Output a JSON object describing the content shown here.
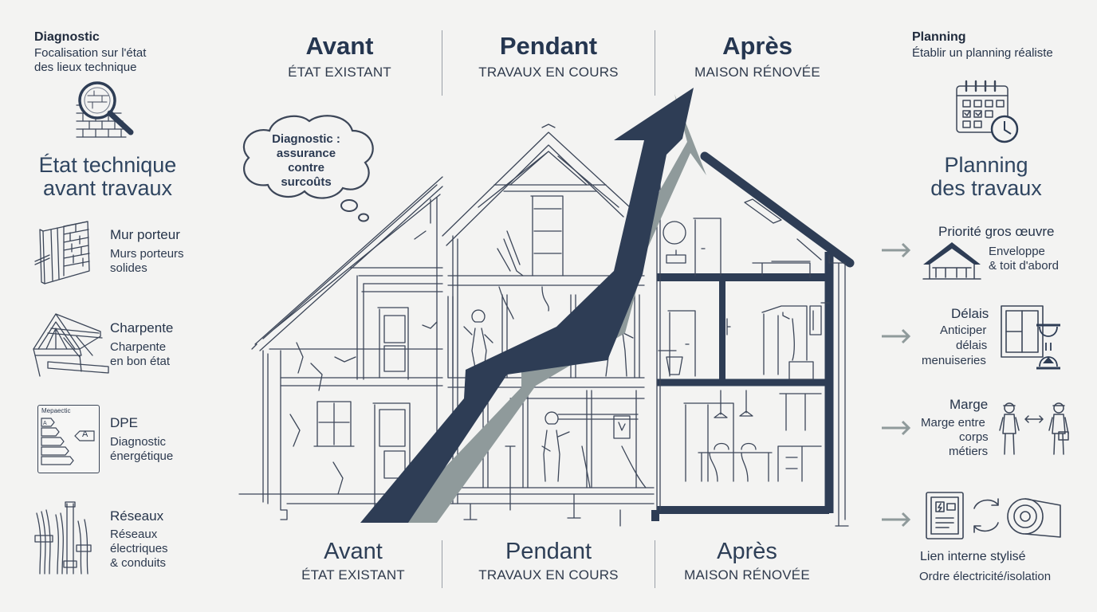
{
  "left": {
    "diagnostic_title": "Diagnostic",
    "diagnostic_desc": [
      "Focalisation sur l'état",
      "des lieux technique"
    ],
    "section_title": [
      "État technique",
      "avant travaux"
    ],
    "items": [
      {
        "title": "Mur porteur",
        "text": [
          "Murs porteurs",
          "solides"
        ],
        "icon": "load-bearing-wall-icon"
      },
      {
        "title": "Charpente",
        "text": [
          "Charpente",
          "en bon état"
        ],
        "icon": "roof-truss-icon"
      },
      {
        "title": "DPE",
        "text": [
          "Diagnostic",
          "énergétique"
        ],
        "icon": "energy-label-icon",
        "label_text": "Mepaectic",
        "grade": "A"
      },
      {
        "title": "Réseaux",
        "text": [
          "Réseaux",
          "électriques",
          "& conduits"
        ],
        "icon": "cables-conduits-icon"
      }
    ]
  },
  "phases_top": [
    {
      "title": "Avant",
      "subtitle": "ÉTAT EXISTANT"
    },
    {
      "title": "Pendant",
      "subtitle": "TRAVAUX EN COURS"
    },
    {
      "title": "Après",
      "subtitle": "MAISON RÉNOVÉE"
    }
  ],
  "phases_bottom": [
    {
      "title": "Avant",
      "subtitle": "ÉTAT EXISTANT"
    },
    {
      "title": "Pendant",
      "subtitle": "TRAVAUX EN COURS"
    },
    {
      "title": "Après",
      "subtitle": "MAISON RÉNOVÉE"
    }
  ],
  "cloud": [
    "Diagnostic :",
    "assurance",
    "contre",
    "surcoûts"
  ],
  "right": {
    "planning_title": "Planning",
    "planning_desc": "Établir un planning réaliste",
    "section_title": [
      "Planning",
      "des travaux"
    ],
    "items": [
      {
        "title": "Priorité gros œuvre",
        "text": [
          "Enveloppe",
          "& toit d'abord"
        ],
        "icon": "house-roof-icon"
      },
      {
        "title": "Délais",
        "text": [
          "Anticiper",
          "délais",
          "menuiseries"
        ],
        "icon": "window-hourglass-icon"
      },
      {
        "title": "Marge",
        "text": [
          "Marge entre",
          "corps",
          "métiers"
        ],
        "icon": "workers-spacing-icon"
      },
      {
        "title": "Lien interne stylisé",
        "text": [
          "Ordre électricité/isolation"
        ],
        "icon": "electric-panel-insulation-icon"
      }
    ]
  },
  "colors": {
    "navy": "#2e3d55",
    "grey_arrow": "#8f9a9b",
    "background": "#f3f3f2",
    "line": "#3c4658"
  }
}
